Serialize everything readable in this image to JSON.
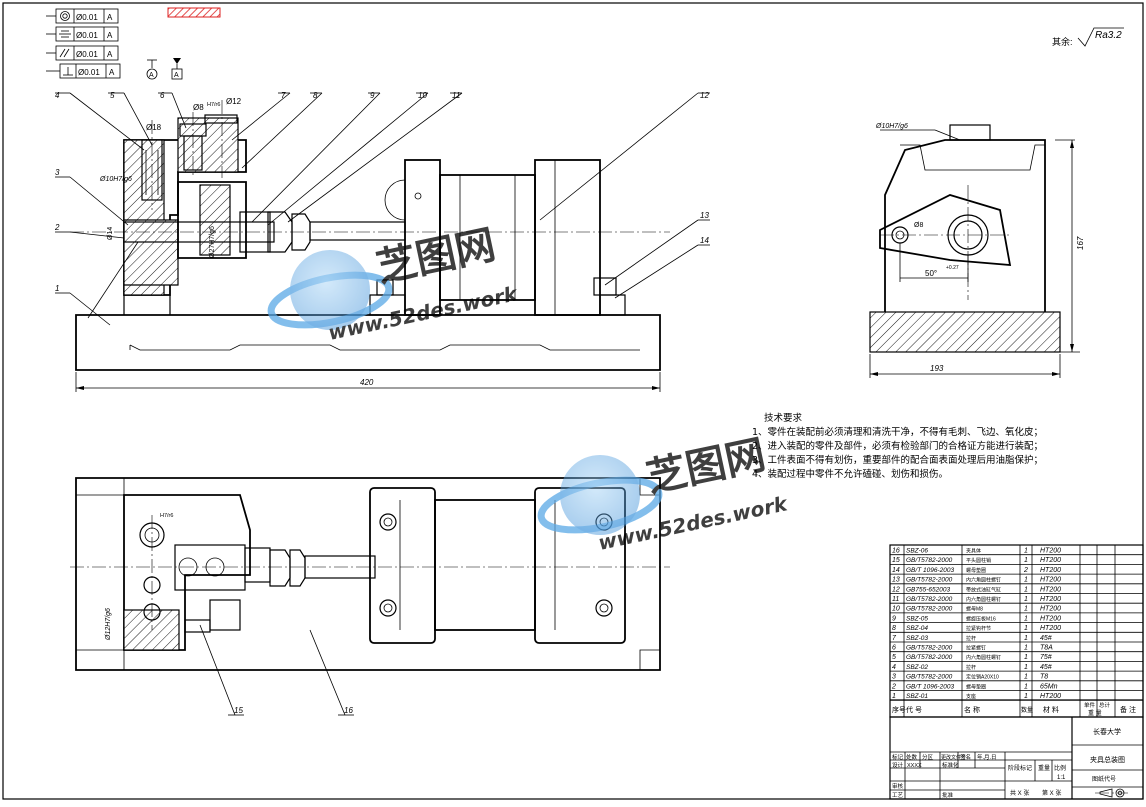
{
  "gdt": {
    "frames": [
      {
        "symbol": "concentricity",
        "value": "Ø0.01",
        "datum": "A"
      },
      {
        "symbol": "symmetry",
        "value": "Ø0.01",
        "datum": "A"
      },
      {
        "symbol": "parallelism",
        "value": "Ø0.01",
        "datum": "A"
      },
      {
        "symbol": "perpendicularity",
        "value": "Ø0.01",
        "datum": "A"
      }
    ],
    "datum_label_1": "A",
    "datum_label_2": "A"
  },
  "roughness": {
    "prefix": "其余:",
    "value": "Ra3.2"
  },
  "front_view": {
    "balloons": [
      "4",
      "5",
      "6",
      "7",
      "8",
      "9",
      "10",
      "11",
      "12",
      "13",
      "14",
      "3",
      "2",
      "1"
    ],
    "dims": {
      "d18": "Ø18",
      "d8": "Ø8",
      "d12": "Ø12",
      "fit8": "H7/r6",
      "fit10": "Ø10H7/g6",
      "d14": "Ø14",
      "fit27": "Ø27H7/g6",
      "length": "420"
    }
  },
  "side_view": {
    "dims": {
      "fit10": "Ø10H7/g6",
      "d8": "Ø8",
      "angle": "50°",
      "height": "167",
      "width": "193",
      "tol": "+0.27"
    }
  },
  "top_view": {
    "balloons": [
      "15",
      "16"
    ],
    "dims": {
      "fit12": "Ø12H7/g6",
      "fit_small": "H7/r6"
    }
  },
  "watermark": {
    "brand": "芝图网",
    "url": "www.52des.work"
  },
  "notes": {
    "title": "技术要求",
    "lines": [
      "1、零件在装配前必须清理和清洗干净，不得有毛刺、飞边、氧化皮；",
      "2、进入装配的零件及部件，必须有检验部门的合格证方能进行装配；",
      "3、工件表面不得有划伤，重要部件的配合面表面处理后用油脂保护；",
      "4、装配过程中零件不允许磕碰、划伤和损伤。"
    ]
  },
  "bom": {
    "rows": [
      {
        "no": "16",
        "code": "SBZ-06",
        "name": "夹具体",
        "qty": "1",
        "mat": "HT200"
      },
      {
        "no": "15",
        "code": "GB/T5782-2000",
        "name": "平头圆柱销",
        "qty": "1",
        "mat": "HT200"
      },
      {
        "no": "14",
        "code": "GB/T 1096-2003",
        "name": "螺母垫圈",
        "qty": "2",
        "mat": "HT200"
      },
      {
        "no": "13",
        "code": "GB/T5782-2000",
        "name": "内六角圆柱螺钉",
        "qty": "1",
        "mat": "HT200"
      },
      {
        "no": "12",
        "code": "GB755-652003",
        "name": "带放式油缸气缸",
        "qty": "1",
        "mat": "HT200"
      },
      {
        "no": "11",
        "code": "GB/T5782-2000",
        "name": "内六角圆柱螺钉",
        "qty": "1",
        "mat": "HT200"
      },
      {
        "no": "10",
        "code": "GB/T5782-2000",
        "name": "螺母M8",
        "qty": "1",
        "mat": "HT200"
      },
      {
        "no": "9",
        "code": "SBZ-05",
        "name": "螺旋压板M16",
        "qty": "1",
        "mat": "HT200"
      },
      {
        "no": "8",
        "code": "SBZ-04",
        "name": "拉紧钩杆节",
        "qty": "1",
        "mat": "HT200"
      },
      {
        "no": "7",
        "code": "SBZ-03",
        "name": "拉杆",
        "qty": "1",
        "mat": "45#"
      },
      {
        "no": "6",
        "code": "GB/T5782-2000",
        "name": "拉紧螺钉",
        "qty": "1",
        "mat": "T8A"
      },
      {
        "no": "5",
        "code": "GB/T5782-2000",
        "name": "内六角圆柱螺钉",
        "qty": "1",
        "mat": "75#"
      },
      {
        "no": "4",
        "code": "SBZ-02",
        "name": "拉杆",
        "qty": "1",
        "mat": "45#"
      },
      {
        "no": "3",
        "code": "GB/T5782-2000",
        "name": "定位销A20X10",
        "qty": "1",
        "mat": "T8"
      },
      {
        "no": "2",
        "code": "GB/T 1096-2003",
        "name": "螺母垫圈",
        "qty": "1",
        "mat": "65Mn"
      },
      {
        "no": "1",
        "code": "SBZ-01",
        "name": "支座",
        "qty": "1",
        "mat": "HT200"
      }
    ],
    "header": {
      "no": "序号",
      "code": "代      号",
      "name": "名      称",
      "qty": "数量",
      "mat": "材      料",
      "unit_weight": "单件",
      "total_weight": "总计",
      "weight": "重  量",
      "remark": "备  注"
    }
  },
  "title_block": {
    "school": "长春大学",
    "drawing_name": "夹具总装图",
    "drawing_code": "图纸代号",
    "scale_label": "比例",
    "scale": "1:1",
    "weight_label": "重量",
    "stage_label": "阶段标记",
    "sheets": "共 X 张",
    "sheet_no": "第 X 张",
    "rows": {
      "mark": "标记",
      "count": "处数",
      "zone": "分区",
      "doc": "更改文件号",
      "sign": "签名",
      "date": "年.月.日",
      "design": "设计",
      "designer": "XXXX",
      "std": "标准化",
      "check": "审核",
      "process": "工艺",
      "approve": "批准"
    }
  }
}
